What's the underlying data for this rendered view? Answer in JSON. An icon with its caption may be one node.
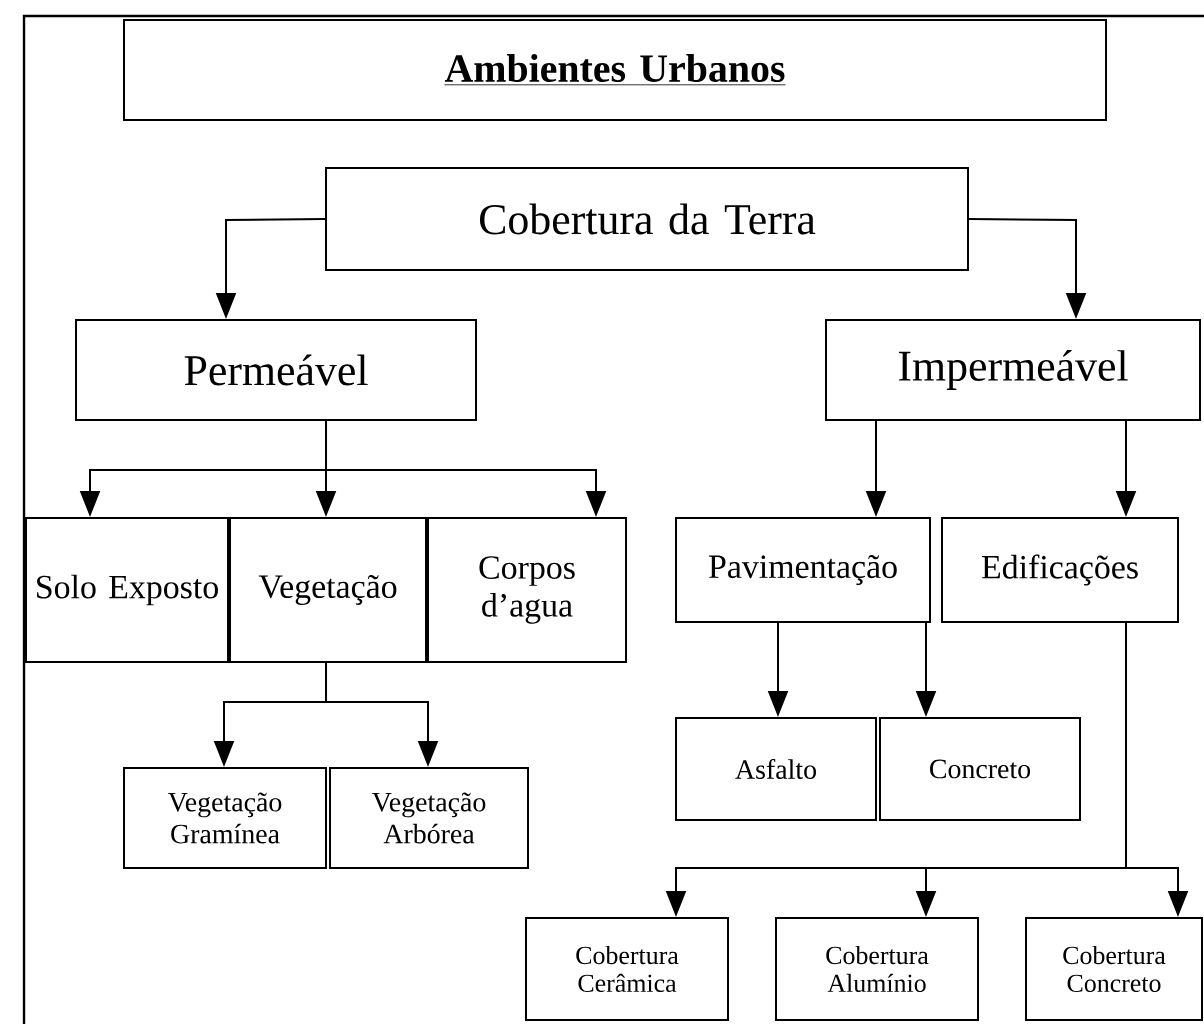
{
  "diagram": {
    "nodes": [
      {
        "text": [
          "Ambientes Urbanos"
        ]
      },
      {
        "text": [
          "Cobertura da Terra"
        ]
      },
      {
        "text": [
          "Permeável"
        ]
      },
      {
        "text": [
          "Impermeável"
        ]
      },
      {
        "text": [
          "Solo Exposto"
        ]
      },
      {
        "text": [
          "Vegetação"
        ]
      },
      {
        "text": [
          "Corpos d’agua"
        ]
      },
      {
        "text": [
          "Pavimentação"
        ]
      },
      {
        "text": [
          "Edificações"
        ]
      },
      {
        "text": [
          "Vegetação Gramínea"
        ]
      },
      {
        "text": [
          "Vegetação Arbórea"
        ]
      },
      {
        "text": [
          "Asfalto"
        ]
      },
      {
        "text": [
          "Concreto"
        ]
      },
      {
        "text": [
          "Cobertura Cerâmica"
        ]
      },
      {
        "text": [
          "Cobertura Alumínio"
        ]
      },
      {
        "text": [
          "Cobertura Concreto"
        ]
      }
    ],
    "edges": [
      {
        "from": 1,
        "to": 2,
        "arrow": "to"
      },
      {
        "from": 1,
        "to": 3,
        "arrow": "to"
      },
      {
        "from": 2,
        "to": 4,
        "arrow": "to"
      },
      {
        "from": 2,
        "to": 5,
        "arrow": "to"
      },
      {
        "from": 2,
        "to": 6,
        "arrow": "to"
      },
      {
        "from": 3,
        "to": 7,
        "arrow": "to"
      },
      {
        "from": 3,
        "to": 8,
        "arrow": "to"
      },
      {
        "from": 5,
        "to": 9,
        "arrow": "to"
      },
      {
        "from": 5,
        "to": 10,
        "arrow": "to"
      },
      {
        "from": 7,
        "to": 11,
        "arrow": "to"
      },
      {
        "from": 7,
        "to": 12,
        "arrow": "to"
      },
      {
        "from": 8,
        "to": 13,
        "arrow": "to"
      },
      {
        "from": 8,
        "to": 14,
        "arrow": "to"
      },
      {
        "from": 8,
        "to": 15,
        "arrow": "to"
      }
    ]
  }
}
